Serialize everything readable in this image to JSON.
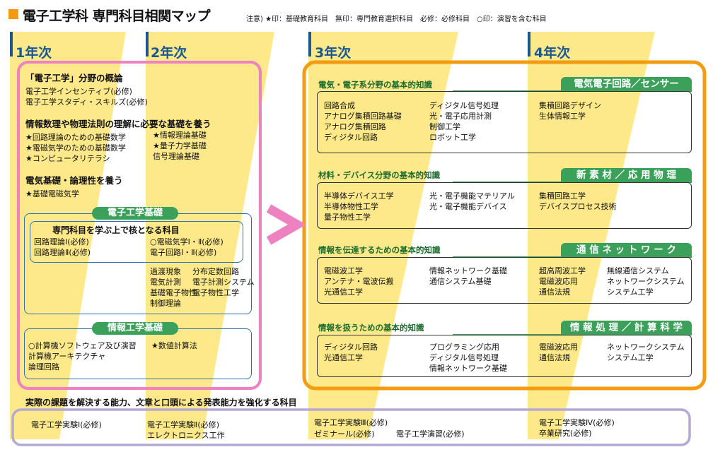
{
  "header": {
    "title": "電子工学科 専門科目相関マップ",
    "note": "注意) ★印：基礎教育科目　無印：専門教育選択科目　必修：必修科目　○印：演習を含む科目"
  },
  "years": {
    "y1": "1年次",
    "y2": "2年次",
    "y3": "3年次",
    "y4": "4年次"
  },
  "colors": {
    "stripe": "#fde98a",
    "pink": "#ee82c0",
    "orange": "#f39c12",
    "green": "#3aa05a",
    "blue": "#2c6fb0",
    "purple": "#b5a8d6"
  },
  "left": {
    "sec1_title": "「電子工学」分野の概論",
    "sec1_items": [
      "電子工学インセンティブ(必修)",
      "電子工学スタディ・スキルズ(必修)"
    ],
    "sec2_title": "情報数理や物理法則の理解に必要な基礎を養う",
    "sec2_y1": [
      "★回路理論のための基礎数学",
      "★電磁気学のための基礎数学",
      "★コンピュータリテラシ"
    ],
    "sec2_y2": [
      "★情報理論基礎",
      "★量子力学基礎",
      "信号理論基礎"
    ],
    "sec3_title": "電気基礎・論理性を養う",
    "sec3_items": [
      "★基礎電磁気学"
    ],
    "ee_label": "電子工学基礎",
    "core_title": "専門科目を学ぶ上で核となる科目",
    "core_y1": [
      "回路理論Ⅰ(必修)",
      "回路理論Ⅱ(必修)"
    ],
    "core_y2": [
      "○電磁気学Ⅰ・Ⅱ(必修)",
      "電子回路Ⅰ・Ⅱ(必修)"
    ],
    "ee_more_a": [
      "過渡現象",
      "電気計測",
      "基礎電子物性",
      "制御理論"
    ],
    "ee_more_b": [
      "分布定数回路",
      "電子計測システム",
      "電子物性工学"
    ],
    "info_label": "情報工学基礎",
    "info_y1": [
      "○計算機ソフトウェア及び演習",
      "計算機アーキテクチャ",
      "論理回路"
    ],
    "info_y2": [
      "★数値計算法"
    ]
  },
  "right": {
    "s1": {
      "title": "電気・電子系分野の基本的知識",
      "tab": "電気電子回路／センサー",
      "c1": [
        "回路合成",
        "アナログ集積回路基礎",
        "アナログ集積回路",
        "ディジタル回路"
      ],
      "c2": [
        "ディジタル信号処理",
        "光・電子応用計測",
        "制御工学",
        "ロボット工学"
      ],
      "c3": [
        "集積回路デザイン",
        "生体情報工学"
      ]
    },
    "s2": {
      "title": "材料・デバイス分野の基本的知識",
      "tab": "新 素 材 ／ 応 用 物 理",
      "c1": [
        "半導体デバイス工学",
        "半導体物性工学",
        "量子物性工学"
      ],
      "c2": [
        "光・電子機能マテリアル",
        "光・電子機能デバイス"
      ],
      "c3": [
        "集積回路工学",
        "デバイスプロセス技術"
      ]
    },
    "s3": {
      "title": "情報を伝達するための基本的知識",
      "tab": "通 信 ネ ッ ト ワ ー ク",
      "c1": [
        "電磁波工学",
        "アンテナ・電波伝搬",
        "光通信工学"
      ],
      "c2": [
        "情報ネットワーク基礎",
        "通信システム基礎"
      ],
      "c3": [
        "超高周波工学",
        "電磁波応用",
        "通信法規"
      ],
      "c4": [
        "無線通信システム",
        "ネットワークシステム",
        "システム工学"
      ]
    },
    "s4": {
      "title": "情報を扱うための基本的知識",
      "tab": "情 報 処 理 ／ 計 算 科 学",
      "c1": [
        "ディジタル回路",
        "光通信工学"
      ],
      "c2": [
        "プログラミング応用",
        "ディジタル信号処理",
        "情報ネットワーク基礎"
      ],
      "c3": [
        "電磁波応用",
        "通信法規"
      ],
      "c4": [
        "ネットワークシステム",
        "システム工学"
      ]
    }
  },
  "bottom": {
    "title": "実際の課題を解決する能力、文章と口頭による発表能力を強化する科目",
    "y1": [
      "電子工学実験Ⅰ(必修)"
    ],
    "y2": [
      "電子工学実験Ⅱ(必修)",
      "エレクトロニクス工作"
    ],
    "y3a": [
      "電子工学実験Ⅲ(必修)"
    ],
    "y3b": [
      "ゼミナール(必修)",
      "電子工学演習(必修)"
    ],
    "y4": [
      "電子工学実験Ⅳ(必修)",
      "卒業研究(必修)"
    ]
  }
}
